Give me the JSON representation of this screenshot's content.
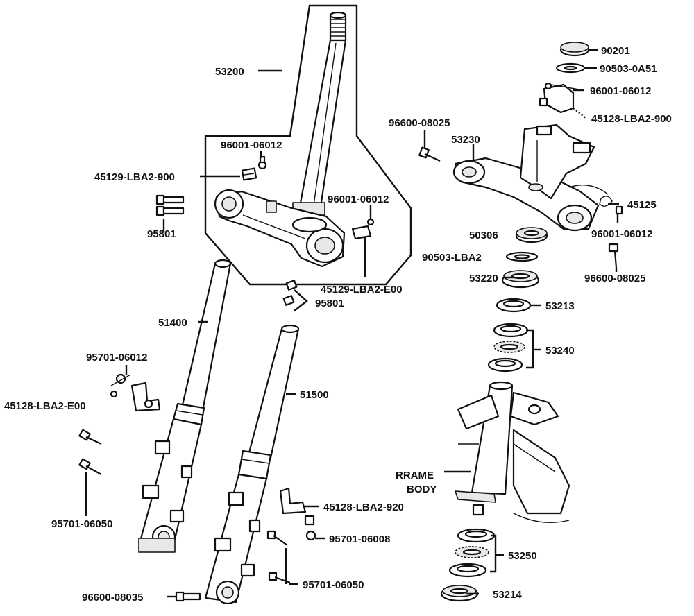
{
  "labels": {
    "l53200": "53200",
    "l96001_a": "96001-06012",
    "l45129_900": "45129-LBA2-900",
    "l96001_b": "96001-06012",
    "l95801_a": "95801",
    "l45129_e00": "45129-LBA2-E00",
    "l95801_b": "95801",
    "l51400": "51400",
    "l95701_06012": "95701-06012",
    "l45128_e00": "45128-LBA2-E00",
    "l51500": "51500",
    "l95701_06050_a": "95701-06050",
    "l45128_920": "45128-LBA2-920",
    "l95701_06008": "95701-06008",
    "l95701_06050_b": "95701-06050",
    "l96600_08035": "96600-08035",
    "l90201": "90201",
    "l90503_0a51": "90503-0A51",
    "l96001_c": "96001-06012",
    "l45128_900": "45128-LBA2-900",
    "l96600_08025_a": "96600-08025",
    "l53230": "53230",
    "l45125": "45125",
    "l96001_d": "96001-06012",
    "l50306": "50306",
    "l90503_lba2": "90503-LBA2",
    "l96600_08025_b": "96600-08025",
    "l53220": "53220",
    "l53213": "53213",
    "l53240": "53240",
    "frame_line1": "RRAME",
    "frame_line2": "BODY",
    "l53250": "53250",
    "l53214": "53214"
  }
}
